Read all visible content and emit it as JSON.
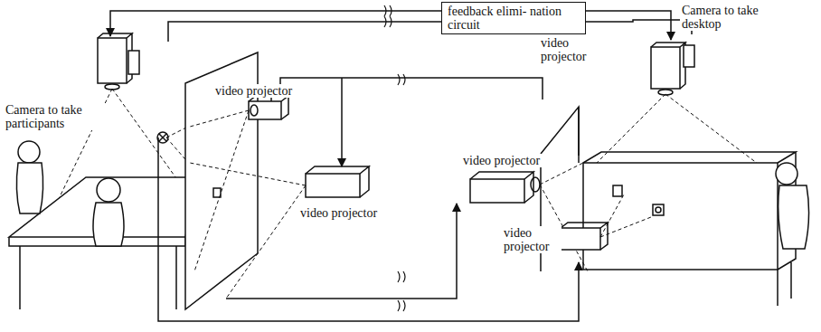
{
  "diagram": {
    "nodes": [
      {
        "text": [
          "feedback elimi- nation circuit"
        ]
      }
    ],
    "labels": [
      "video projector",
      "Camera to take desktop",
      "Camera to take participants",
      "video projector",
      "video projector",
      "video projector",
      "video projector"
    ]
  }
}
